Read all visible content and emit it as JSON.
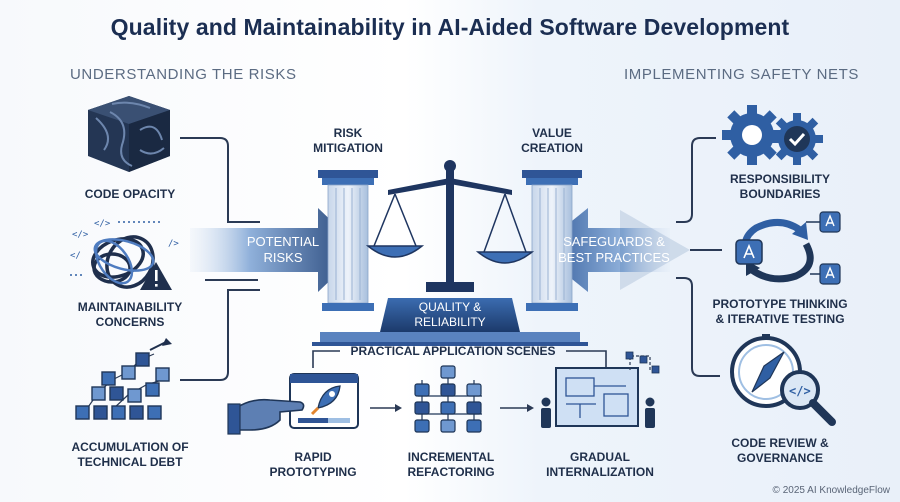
{
  "title": "Quality and Maintainability in AI-Aided Software Development",
  "sections": {
    "left": "UNDERSTANDING THE RISKS",
    "right": "IMPLEMENTING SAFETY NETS"
  },
  "risks": [
    {
      "label_1": "CODE OPACITY",
      "label_2": ""
    },
    {
      "label_1": "MAINTAINABILITY",
      "label_2": "CONCERNS"
    },
    {
      "label_1": "ACCUMULATION OF",
      "label_2": "TECHNICAL DEBT"
    }
  ],
  "center": {
    "left_pillar_1": "RISK",
    "left_pillar_2": "MITIGATION",
    "right_pillar_1": "VALUE",
    "right_pillar_2": "CREATION",
    "base_1": "QUALITY &",
    "base_2": "RELIABILITY",
    "left_arrow_1": "POTENTIAL",
    "left_arrow_2": "RISKS",
    "right_arrow_1": "SAFEGUARDS &",
    "right_arrow_2": "BEST PRACTICES"
  },
  "scenes": {
    "header": "PRACTICAL APPLICATION SCENES",
    "items": [
      {
        "label_1": "RAPID",
        "label_2": "PROTOTYPING"
      },
      {
        "label_1": "INCREMENTAL",
        "label_2": "REFACTORING"
      },
      {
        "label_1": "GRADUAL",
        "label_2": "INTERNALIZATION"
      }
    ]
  },
  "safety": [
    {
      "label_1": "RESPONSIBILITY",
      "label_2": "BOUNDARIES"
    },
    {
      "label_1": "PROTOTYPE THINKING",
      "label_2": "& ITERATIVE TESTING"
    },
    {
      "label_1": "CODE REVIEW &",
      "label_2": "GOVERNANCE"
    }
  ],
  "footer": "© 2025 AI KnowledgeFlow",
  "colors": {
    "navy": "#1b2e52",
    "blue": "#2f5fa3",
    "light_blue": "#9fbfe3",
    "pale": "#dbe7f5",
    "gray": "#4a5568"
  }
}
